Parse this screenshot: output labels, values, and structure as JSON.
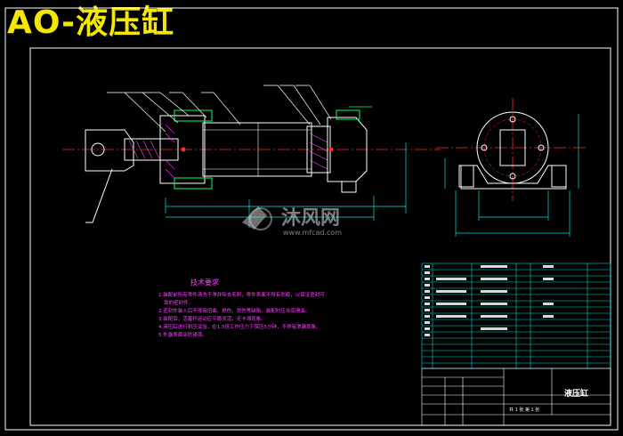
{
  "title": "AO-液压缸",
  "colors": {
    "background": "#000000",
    "title": "#f5e800",
    "frame": "#ffffff",
    "centerline": "#ff2a2a",
    "dimension": "#00e0e0",
    "geometry": "#ffffff",
    "hatch": "#ff40ff",
    "parts": "#00ff66",
    "notes": "#ff40ff",
    "table": "#00d8d8"
  },
  "watermark": {
    "brand": "沐风网",
    "url": "www.mfcad.com"
  },
  "tech_requirements": {
    "heading": "技术要求",
    "lines": [
      "1.装配前所有零件清洗干净并除去毛刺，零件表面不得有划痕，以保证密封可",
      "靠的密封件。",
      "2.密封件装入后不得有扭曲、损伤、划伤等缺陷，装配时应涂润滑油。",
      "3.装配后，活塞杆运动应平稳灵活，无卡滞现象。",
      "4.液压缸进行耐压试验，在1.5倍工作压力下保压5分钟，不得有渗漏现象。",
      "5.外露表面涂防锈漆。"
    ]
  },
  "title_block": {
    "name": "液压缸",
    "sheet": "共 1 张  第 1 张"
  }
}
